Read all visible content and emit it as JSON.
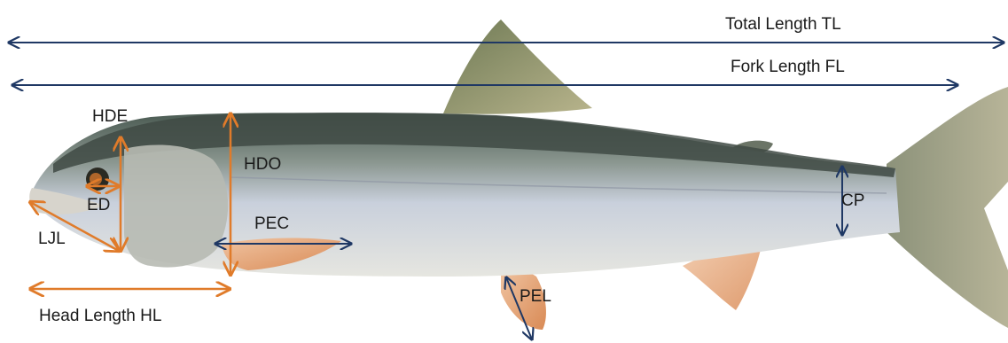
{
  "labels": {
    "total_length": "Total Length TL",
    "fork_length": "Fork Length FL",
    "head_depth_eye": "HDE",
    "head_depth_operculum": "HDO",
    "eye_diameter": "ED",
    "lower_jaw_length": "LJL",
    "pectoral_fin": "PEC",
    "caudal_peduncle": "CP",
    "pelvic_fin": "PEL",
    "head_length": "Head Length HL"
  },
  "colors": {
    "blue_arrow": "#1f3864",
    "orange_arrow": "#e07b2a",
    "background": "#ffffff"
  }
}
